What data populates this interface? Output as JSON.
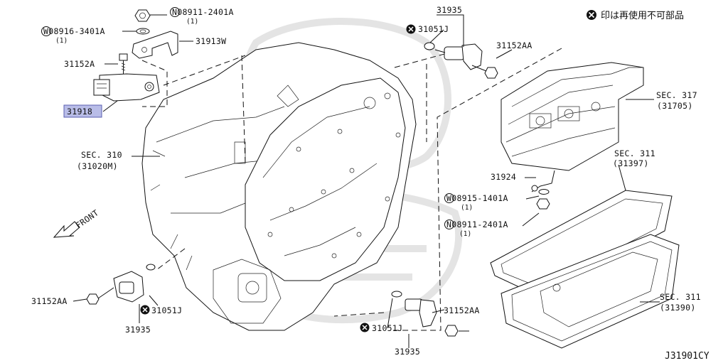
{
  "diagram": {
    "note": "印は再使用不可部品",
    "note_marker_icon": "x-circle-icon",
    "diagram_code": "J31901CY",
    "direction_label": "FRONT",
    "highlight_color": "#b9bde8",
    "labels": {
      "nut_08911_top": "N08911-2401A",
      "nut_08911_top_qty": "(1)",
      "washer_08916": "W08916-3401A",
      "washer_08916_qty": "(1)",
      "bracket_31913w": "31913W",
      "bolt_31152a": "31152A",
      "switch_31918": "31918",
      "sec310": "SEC. 310",
      "sec310_ref": "(31020M)",
      "sensor_31935_top": "31935",
      "oring_31051j_top": "31051J",
      "bolt_31152aa_top": "31152AA",
      "sec317": "SEC. 317",
      "sec317_ref": "(31705)",
      "harness_31924": "31924",
      "washer_08915": "W08915-1401A",
      "washer_08915_qty": "(1)",
      "nut_08911_right": "N08911-2401A",
      "nut_08911_right_qty": "(1)",
      "sec311_a": "SEC. 311",
      "sec311_a_ref": "(31397)",
      "sec311_b": "SEC. 311",
      "sec311_b_ref": "(31390)",
      "bolt_31152aa_left": "31152AA",
      "oring_31051j_left": "31051J",
      "sensor_31935_left": "31935",
      "oring_31051j_bottom": "31051J",
      "bolt_31152aa_bottom": "31152AA",
      "sensor_31935_bottom": "31935"
    }
  }
}
